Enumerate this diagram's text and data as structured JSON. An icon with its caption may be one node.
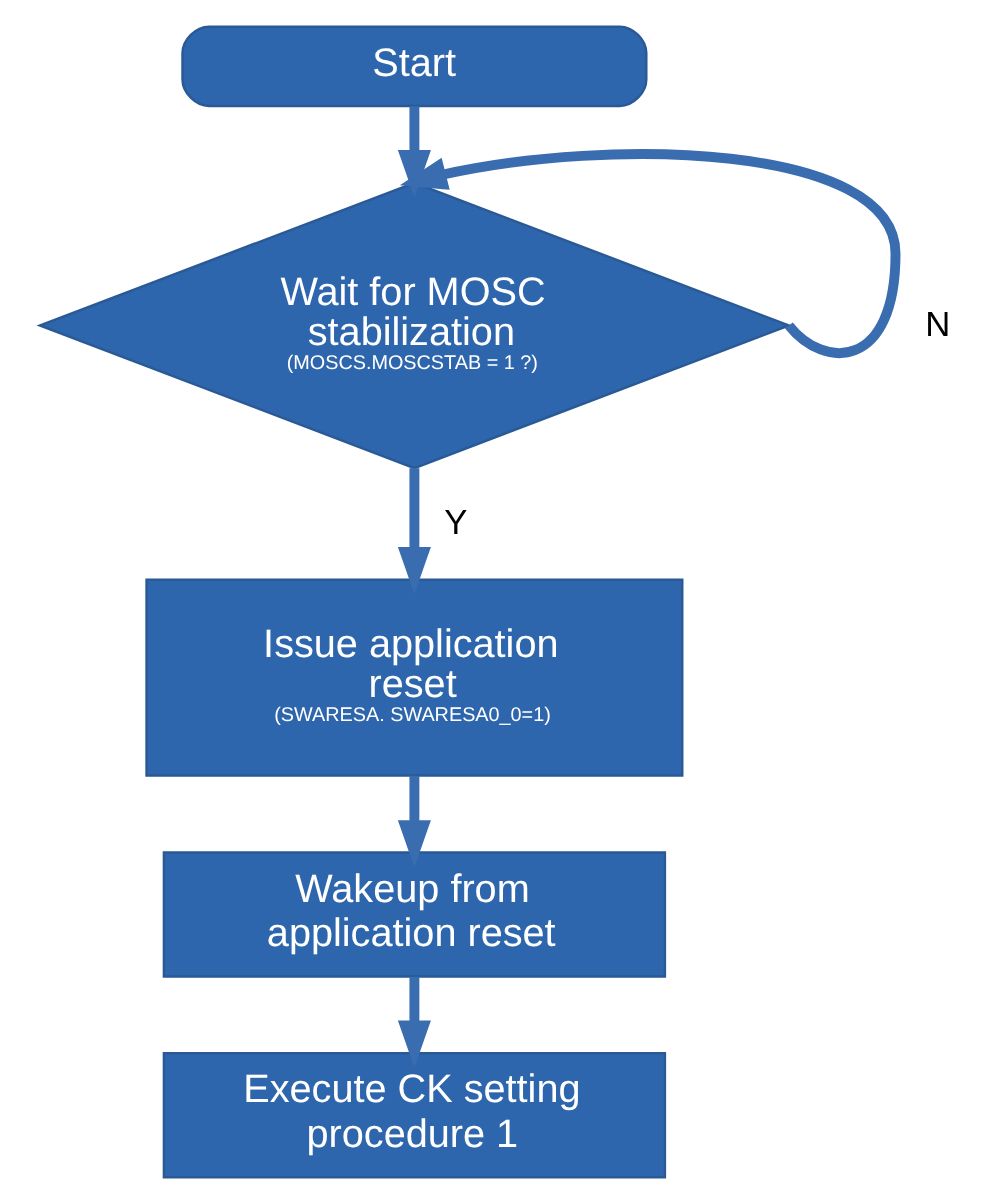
{
  "diagram": {
    "nodes": [
      {
        "text": [
          "Start"
        ]
      },
      {
        "text": [
          "Wait for MOSC stabilization",
          "(MOSCS.MOSCSTAB = 1 ?)"
        ]
      },
      {
        "text": [
          "Issue application reset",
          "(SWARESA. SWARESA0_0=1)"
        ]
      },
      {
        "text": [
          "Wakeup from application reset"
        ]
      },
      {
        "text": [
          "Execute CK setting procedure 1"
        ]
      }
    ],
    "edges": [
      {
        "from": 0,
        "to": 1,
        "arrow": "to"
      },
      {
        "from": 1,
        "to": 1,
        "arrow": "to",
        "label": "N"
      },
      {
        "from": 1,
        "to": 2,
        "arrow": "to",
        "label": "Y"
      },
      {
        "from": 2,
        "to": 3,
        "arrow": "to"
      },
      {
        "from": 3,
        "to": 4,
        "arrow": "to"
      }
    ]
  }
}
